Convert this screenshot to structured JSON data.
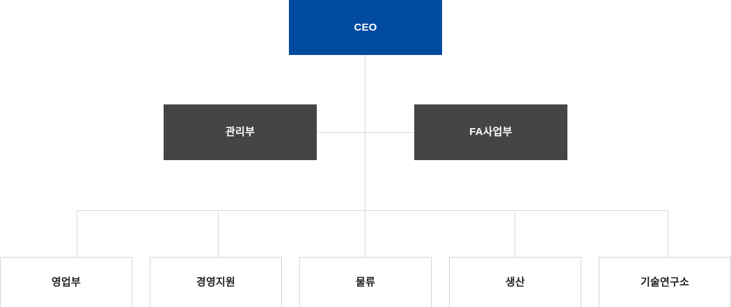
{
  "chart_data": {
    "type": "diagram",
    "title": "",
    "orientation": "top-down",
    "colors": {
      "root": "#004a9f",
      "root_text": "#ffffff",
      "division": "#474445",
      "division_text": "#ffffff",
      "leaf": "#ffffff",
      "leaf_text": "#222222",
      "leaf_border": "#d3d3d3",
      "connector": "#d9d9d9"
    },
    "nodes": {
      "root": {
        "label": "CEO"
      },
      "divisions": [
        {
          "label": "관리부"
        },
        {
          "label": "FA사업부"
        }
      ],
      "leaves": [
        {
          "label": "영업부"
        },
        {
          "label": "경영지원"
        },
        {
          "label": "물류"
        },
        {
          "label": "생산"
        },
        {
          "label": "기술연구소"
        }
      ]
    }
  }
}
